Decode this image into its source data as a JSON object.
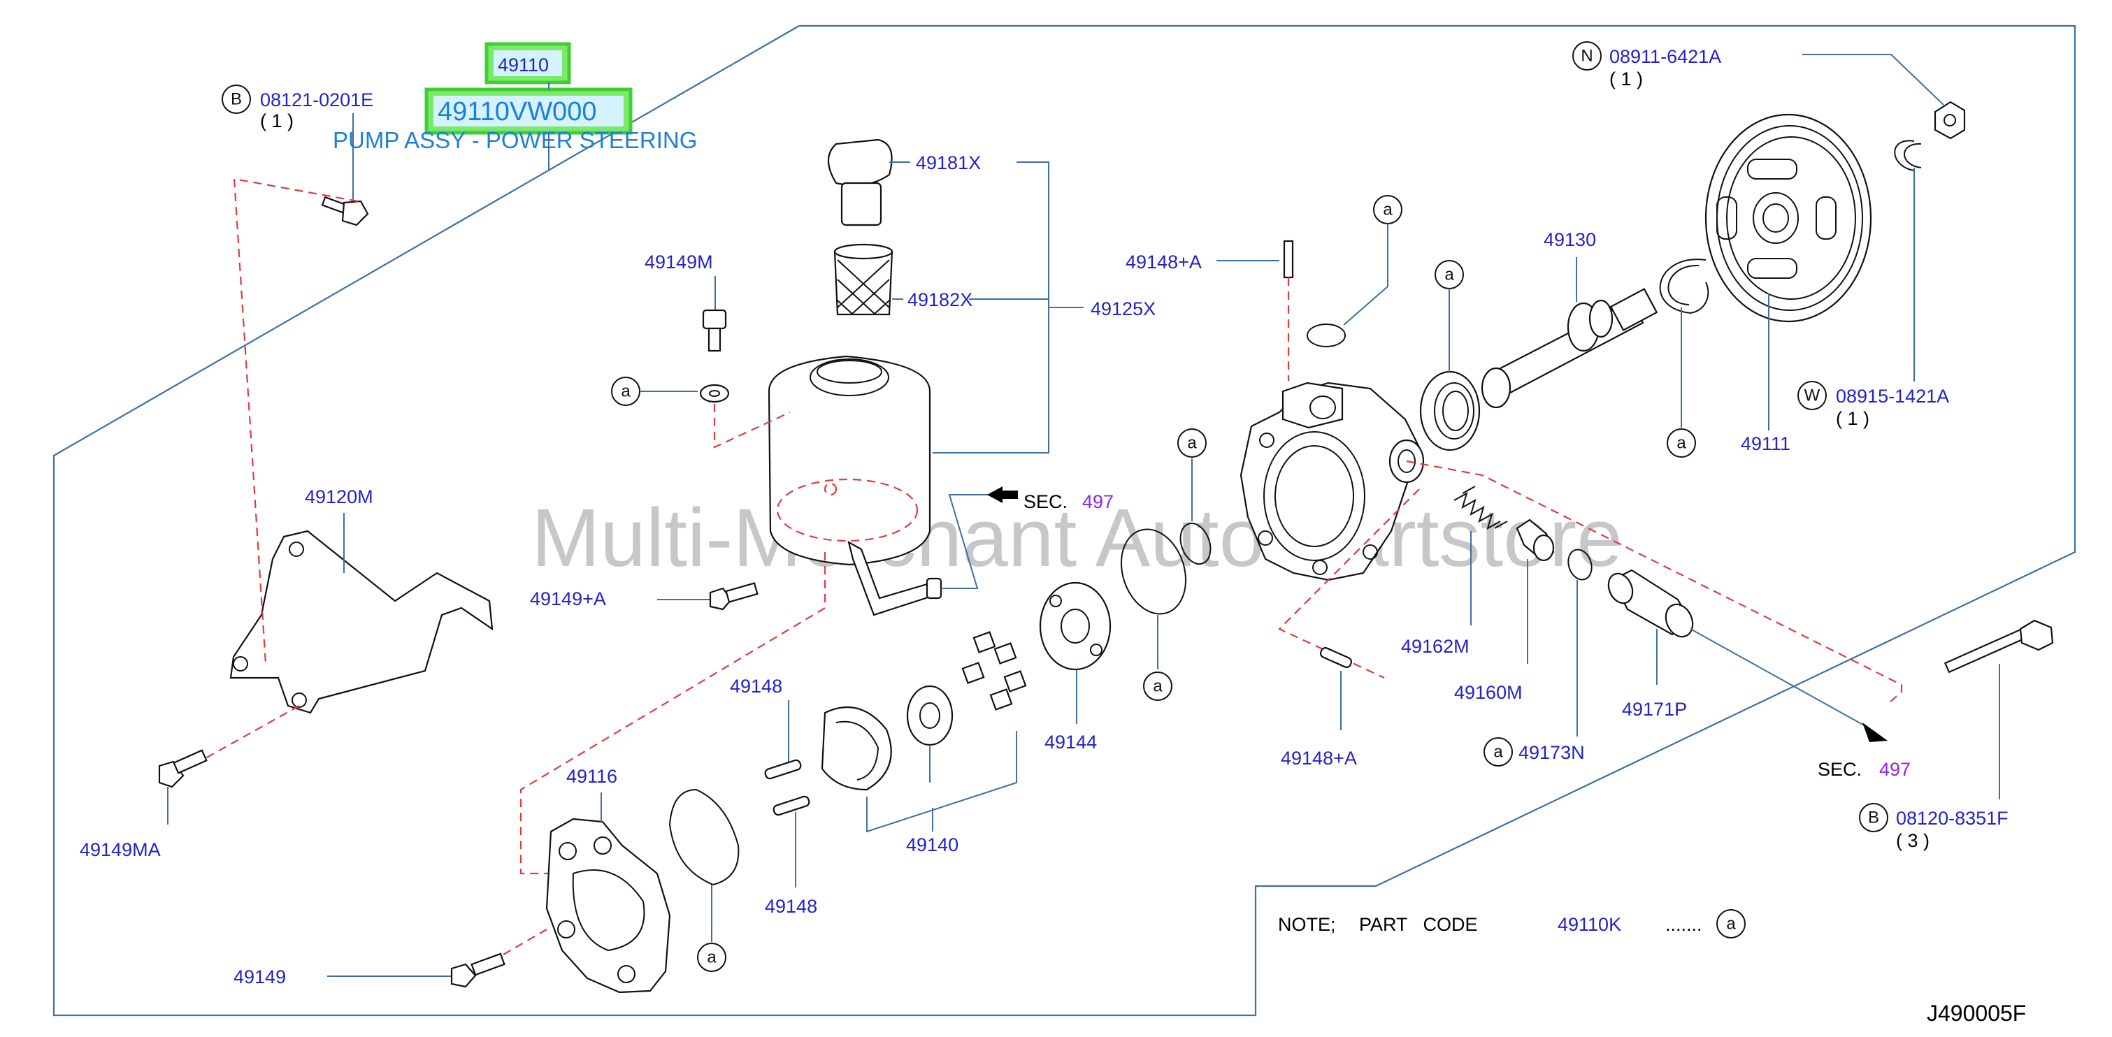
{
  "diagram_code": "J490005F",
  "watermark": "Multi-Merchant Auto Partstore",
  "highlight": {
    "ref": "49110",
    "part_number": "49110VW000",
    "description": "PUMP ASSY - POWER STEERING"
  },
  "note": {
    "prefix": "NOTE;",
    "part_code_label": "PART   CODE",
    "code": "49110K",
    "dots": ".......",
    "marker": "a"
  },
  "sec_labels": [
    {
      "prefix": "SEC.",
      "number": "497"
    },
    {
      "prefix": "SEC.",
      "number": "497"
    }
  ],
  "callouts": [
    {
      "id": "b-08121",
      "letter": "B",
      "number": "08121-0201E",
      "qty": "( 1 )"
    },
    {
      "id": "n-08911",
      "letter": "N",
      "number": "08911-6421A",
      "qty": "( 1 )"
    },
    {
      "id": "w-08915",
      "letter": "W",
      "number": "08915-1421A",
      "qty": "( 1 )"
    },
    {
      "id": "b-08120",
      "letter": "B",
      "number": "08120-8351F",
      "qty": "( 3 )"
    }
  ],
  "labels": {
    "p49181x": "49181X",
    "p49182x": "49182X",
    "p49125x": "49125X",
    "p49149m": "49149M",
    "p49148a_top": "49148+A",
    "p49130": "49130",
    "p49111": "49111",
    "p49120m": "49120M",
    "p49149a": "49149+A",
    "p49148_top": "49148",
    "p49116": "49116",
    "p49149ma": "49149MA",
    "p49148_bot": "49148",
    "p49140": "49140",
    "p49144": "49144",
    "p49149": "49149",
    "p49162m": "49162M",
    "p49160m": "49160M",
    "p49148a_bot": "49148+A",
    "p49173n": "49173N",
    "p49171p": "49171P"
  },
  "marker_letter": "a"
}
